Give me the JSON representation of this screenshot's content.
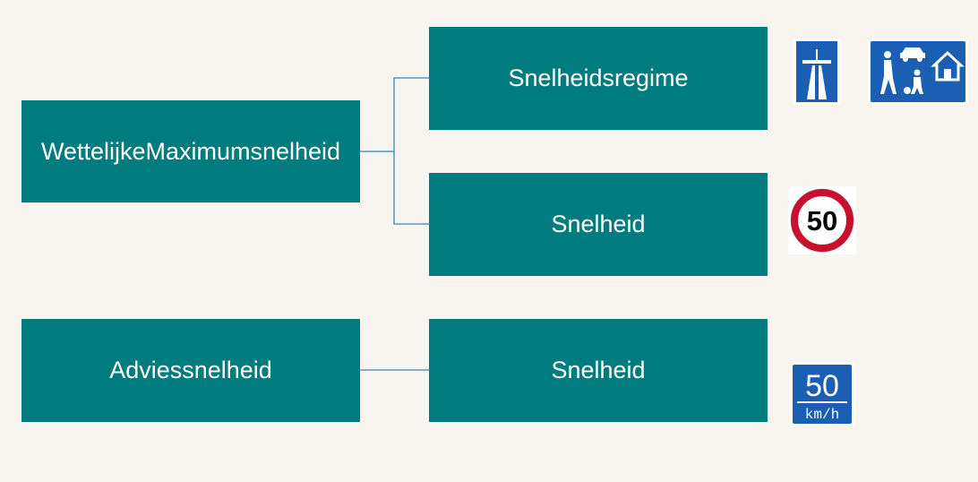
{
  "diagram": {
    "nodes": {
      "wettelijke_max": "WettelijkeMaximumsnelheid",
      "snelheidsregime": "Snelheidsregime",
      "snelheid_1": "Snelheid",
      "adviessnelheid": "Adviessnelheid",
      "snelheid_2": "Snelheid"
    },
    "edges": [
      [
        "WettelijkeMaximumsnelheid",
        "Snelheidsregime"
      ],
      [
        "WettelijkeMaximumsnelheid",
        "Snelheid"
      ],
      [
        "Adviessnelheid",
        "Snelheid"
      ]
    ]
  },
  "signs": {
    "speed_limit_value": "50",
    "advisory_value": "50",
    "advisory_unit": "km/h"
  },
  "colors": {
    "box_fill": "#007b7e",
    "connector": "#2e86c1",
    "background": "#f8f5f0",
    "sign_blue": "#1a5fb4",
    "sign_red": "#c8102e"
  }
}
